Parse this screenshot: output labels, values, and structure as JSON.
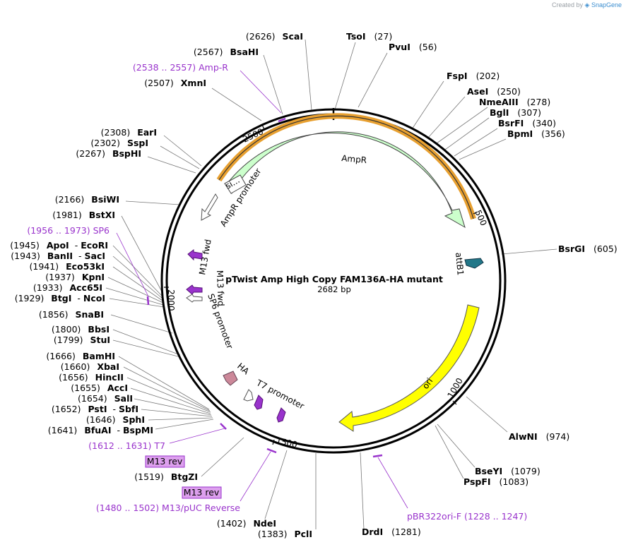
{
  "credit": {
    "created_by": "Created by",
    "brand": "SnapGene"
  },
  "plasmid": {
    "name": "pTwist Amp High Copy FAM136A-HA mutant",
    "length": "2682 bp",
    "total_bp": 2682
  },
  "ticks": [
    {
      "bp": 500,
      "label": "500"
    },
    {
      "bp": 1000,
      "label": "1000"
    },
    {
      "bp": 1500,
      "label": "1500"
    },
    {
      "bp": 2000,
      "label": "2000"
    },
    {
      "bp": 2500,
      "label": "2500"
    }
  ],
  "enzymes_right": [
    {
      "id": "tsoi",
      "name": "TsoI",
      "pos": "(27)",
      "bp": 27
    },
    {
      "id": "pvui",
      "name": "PvuI",
      "pos": "(56)",
      "bp": 56
    },
    {
      "id": "fspi",
      "name": "FspI",
      "pos": "(202)",
      "bp": 202
    },
    {
      "id": "asei",
      "name": "AseI",
      "pos": "(250)",
      "bp": 250
    },
    {
      "id": "nmeaiii",
      "name": "NmeAIII",
      "pos": "(278)",
      "bp": 278
    },
    {
      "id": "bgli",
      "name": "BglI",
      "pos": "(307)",
      "bp": 307
    },
    {
      "id": "bsrfi",
      "name": "BsrFI",
      "pos": "(340)",
      "bp": 340
    },
    {
      "id": "bpmi",
      "name": "BpmI",
      "pos": "(356)",
      "bp": 356
    },
    {
      "id": "bsrgi",
      "name": "BsrGI",
      "pos": "(605)",
      "bp": 605
    },
    {
      "id": "alwni",
      "name": "AlwNI",
      "pos": "(974)",
      "bp": 974
    },
    {
      "id": "bseyi",
      "name": "BseYI",
      "pos": "(1079)",
      "bp": 1079
    },
    {
      "id": "pspfi",
      "name": "PspFI",
      "pos": "(1083)",
      "bp": 1083
    },
    {
      "id": "drdi",
      "name": "DrdI",
      "pos": "(1281)",
      "bp": 1281
    }
  ],
  "enzymes_left": [
    {
      "id": "scai",
      "name": "ScaI",
      "pos": "(2626)",
      "bp": 2626
    },
    {
      "id": "bsahi",
      "name": "BsaHI",
      "pos": "(2567)",
      "bp": 2567
    },
    {
      "id": "xmni",
      "name": "XmnI",
      "pos": "(2507)",
      "bp": 2507
    },
    {
      "id": "eari",
      "name": "EarI",
      "pos": "(2308)",
      "bp": 2308
    },
    {
      "id": "sspi",
      "name": "SspI",
      "pos": "(2302)",
      "bp": 2302
    },
    {
      "id": "bsphi",
      "name": "BspHI",
      "pos": "(2267)",
      "bp": 2267
    },
    {
      "id": "bsiwi",
      "name": "BsiWI",
      "pos": "(2166)",
      "bp": 2166
    },
    {
      "id": "bstxi",
      "name": "BstXI",
      "pos": "(1981)",
      "bp": 1981
    },
    {
      "id": "apoi",
      "name": "ApoI",
      "name2": "EcoRI",
      "pos": "(1945)",
      "bp": 1945
    },
    {
      "id": "banii",
      "name": "BanII",
      "name2": "SacI",
      "pos": "(1943)",
      "bp": 1943
    },
    {
      "id": "eco53ki",
      "name": "Eco53kI",
      "pos": "(1941)",
      "bp": 1941
    },
    {
      "id": "kpni",
      "name": "KpnI",
      "pos": "(1937)",
      "bp": 1937
    },
    {
      "id": "acc65i",
      "name": "Acc65I",
      "pos": "(1933)",
      "bp": 1933
    },
    {
      "id": "btgi",
      "name": "BtgI",
      "name2": "NcoI",
      "pos": "(1929)",
      "bp": 1929
    },
    {
      "id": "snabi",
      "name": "SnaBI",
      "pos": "(1856)",
      "bp": 1856
    },
    {
      "id": "bbsi",
      "name": "BbsI",
      "pos": "(1800)",
      "bp": 1800
    },
    {
      "id": "stui",
      "name": "StuI",
      "pos": "(1799)",
      "bp": 1799
    },
    {
      "id": "bamhi",
      "name": "BamHI",
      "pos": "(1666)",
      "bp": 1666
    },
    {
      "id": "xbai",
      "name": "XbaI",
      "pos": "(1660)",
      "bp": 1660
    },
    {
      "id": "hincii",
      "name": "HincII",
      "pos": "(1656)",
      "bp": 1656
    },
    {
      "id": "acci",
      "name": "AccI",
      "pos": "(1655)",
      "bp": 1655
    },
    {
      "id": "sali",
      "name": "SalI",
      "pos": "(1654)",
      "bp": 1654
    },
    {
      "id": "psti",
      "name": "PstI",
      "name2": "SbfI",
      "pos": "(1652)",
      "bp": 1652
    },
    {
      "id": "sphi",
      "name": "SphI",
      "pos": "(1646)",
      "bp": 1646
    },
    {
      "id": "bfuai",
      "name": "BfuAI",
      "name2": "BspMI",
      "pos": "(1641)",
      "bp": 1641
    },
    {
      "id": "btgzi",
      "name": "BtgZI",
      "pos": "(1519)",
      "bp": 1519
    },
    {
      "id": "ndei",
      "name": "NdeI",
      "pos": "(1402)",
      "bp": 1402
    },
    {
      "id": "pcli",
      "name": "PclI",
      "pos": "(1383)",
      "bp": 1383
    }
  ],
  "primers": [
    {
      "id": "amp-r",
      "label": "(2538 .. 2557)  Amp-R"
    },
    {
      "id": "sp6",
      "label": "(1956 .. 1973)  SP6"
    },
    {
      "id": "t7",
      "label": "(1612 .. 1631)  T7"
    },
    {
      "id": "m13-rev-1",
      "label": "M13 rev"
    },
    {
      "id": "m13-rev-2",
      "label": "M13 rev"
    },
    {
      "id": "m13-puc-rev",
      "label": "(1480 .. 1502)  M13/pUC Reverse"
    },
    {
      "id": "pbr322ori-f",
      "label": "pBR322ori-F   (1228 .. 1247)"
    }
  ],
  "features": {
    "ampr": "AmpR",
    "ampr_promoter": "AmpR promoter",
    "signal": "si...",
    "attb1": "attB1",
    "ori": "ori",
    "m13_fwd_1": "M13 fwd",
    "m13_fwd_2": "M13 fwd",
    "sp6_promoter": "SP6 promoter",
    "ha": "HA",
    "t7_promoter": "T7 promoter"
  },
  "colors": {
    "ampr": "#ccffcc",
    "ori": "#ffff00",
    "attb1": "#227788",
    "ha": "#cc8899",
    "primer": "#9933cc",
    "primer_box": "#dda0ee",
    "signal": "#cc9933"
  }
}
